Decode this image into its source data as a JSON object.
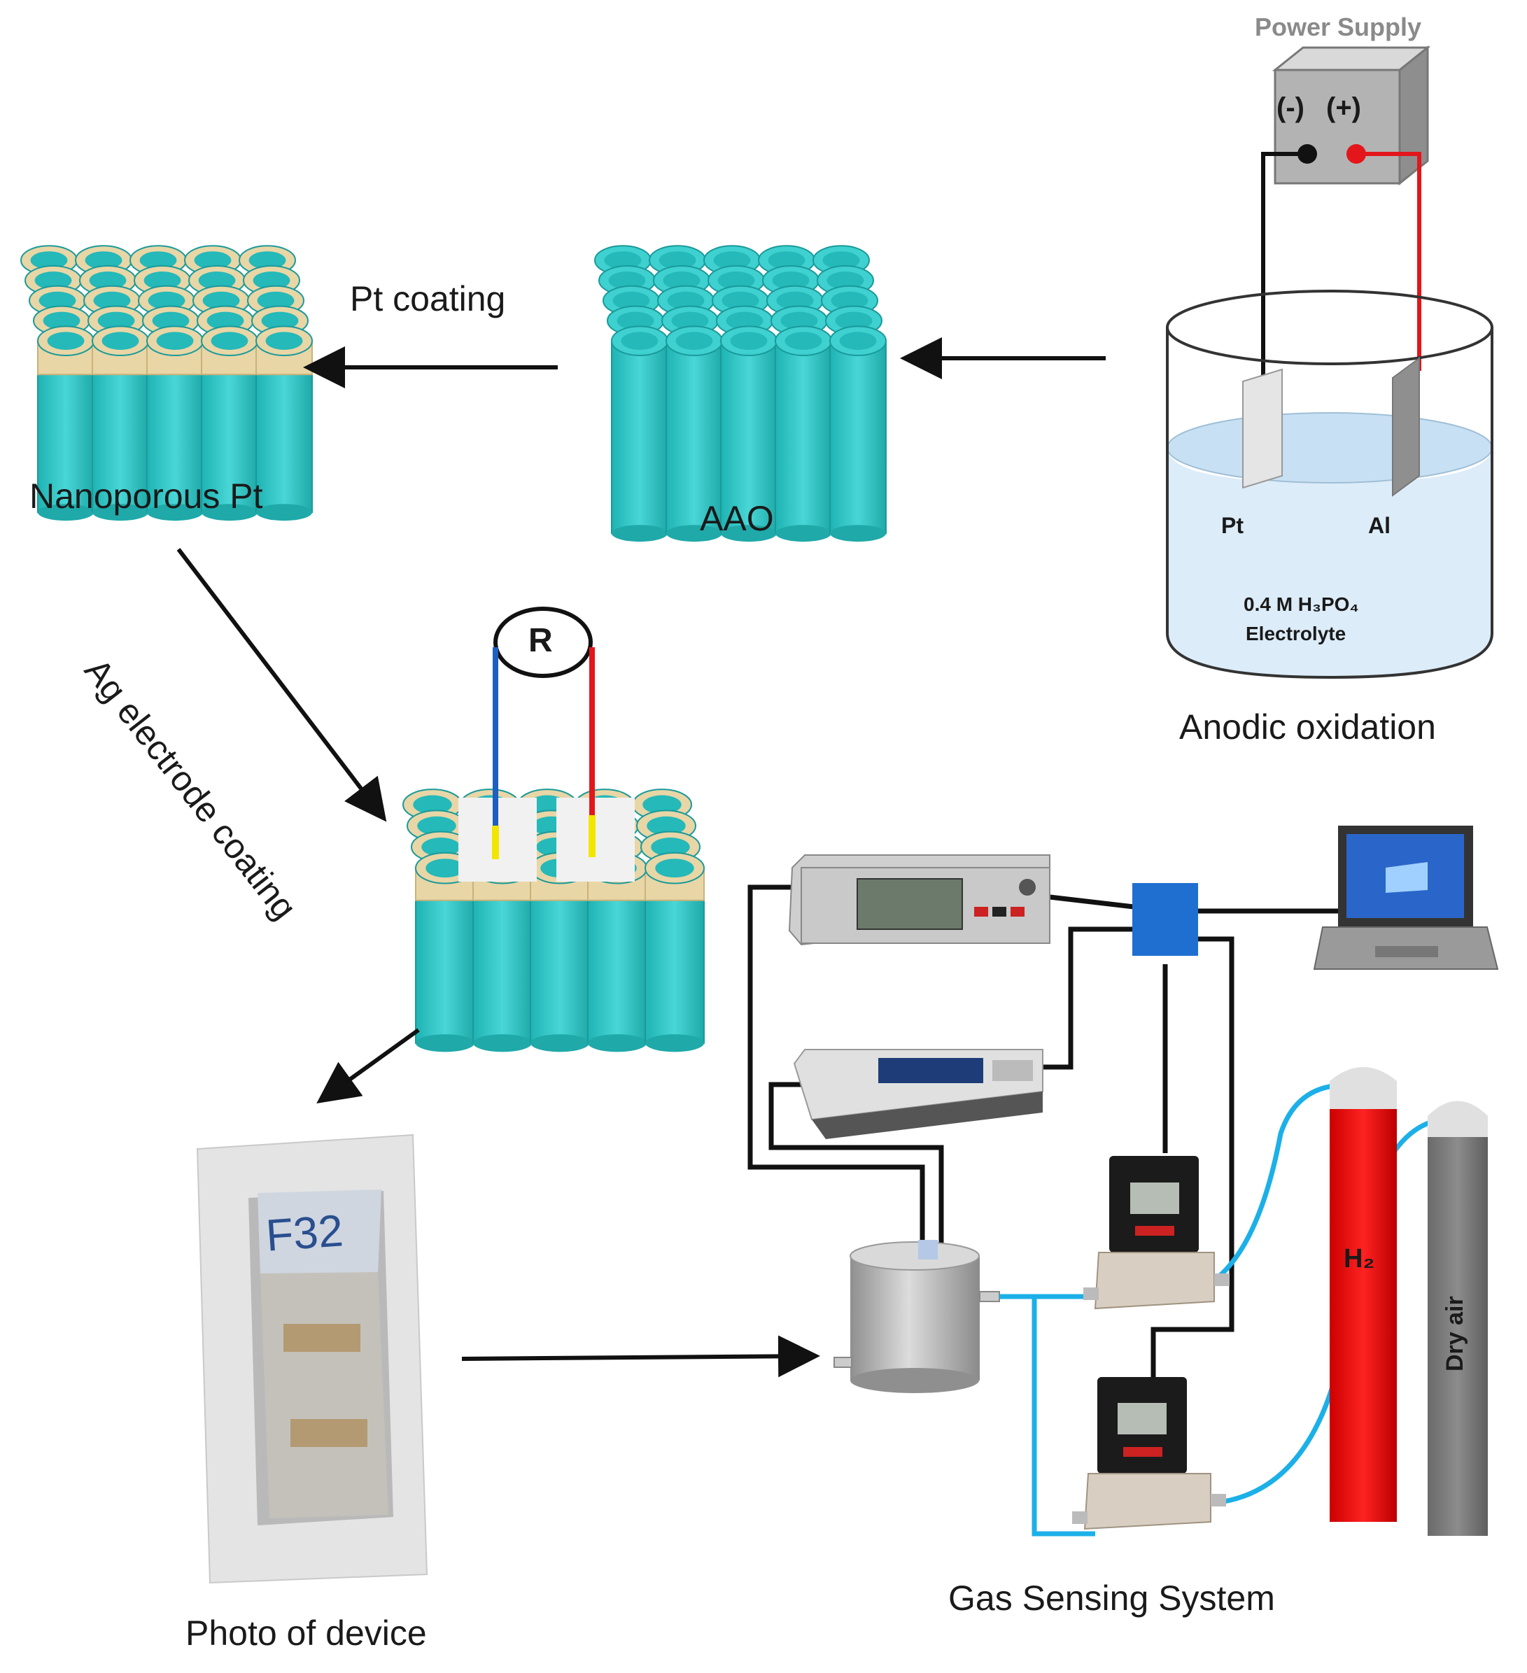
{
  "labels": {
    "power_supply": "Power Supply",
    "neg": "(-)",
    "pos": "(+)",
    "pt_electrode": "Pt",
    "al_electrode": "Al",
    "electrolyte_conc": "0.4 M H₃PO₄",
    "electrolyte": "Electrolyte",
    "anodic_oxidation": "Anodic oxidation",
    "aao": "AAO",
    "pt_coating": "Pt coating",
    "nanoporous_pt": "Nanoporous Pt",
    "ag_coating": "Ag electrode coating",
    "resistance": "R",
    "photo_of_device": "Photo of device",
    "device_mark": "F32",
    "gas_sensing_system": "Gas Sensing System",
    "h2": "H₂",
    "dry_air": "Dry air"
  },
  "colors": {
    "teal": "#2fc4c4",
    "beige": "#e8d6a6",
    "wire_red": "#e3161b",
    "wire_blue": "#1d5fc0",
    "tube_blue": "#1cb0e8",
    "hub_blue": "#1e6fd0",
    "cylinder_red": "#e01010",
    "cylinder_gray": "#7a7a7a"
  }
}
